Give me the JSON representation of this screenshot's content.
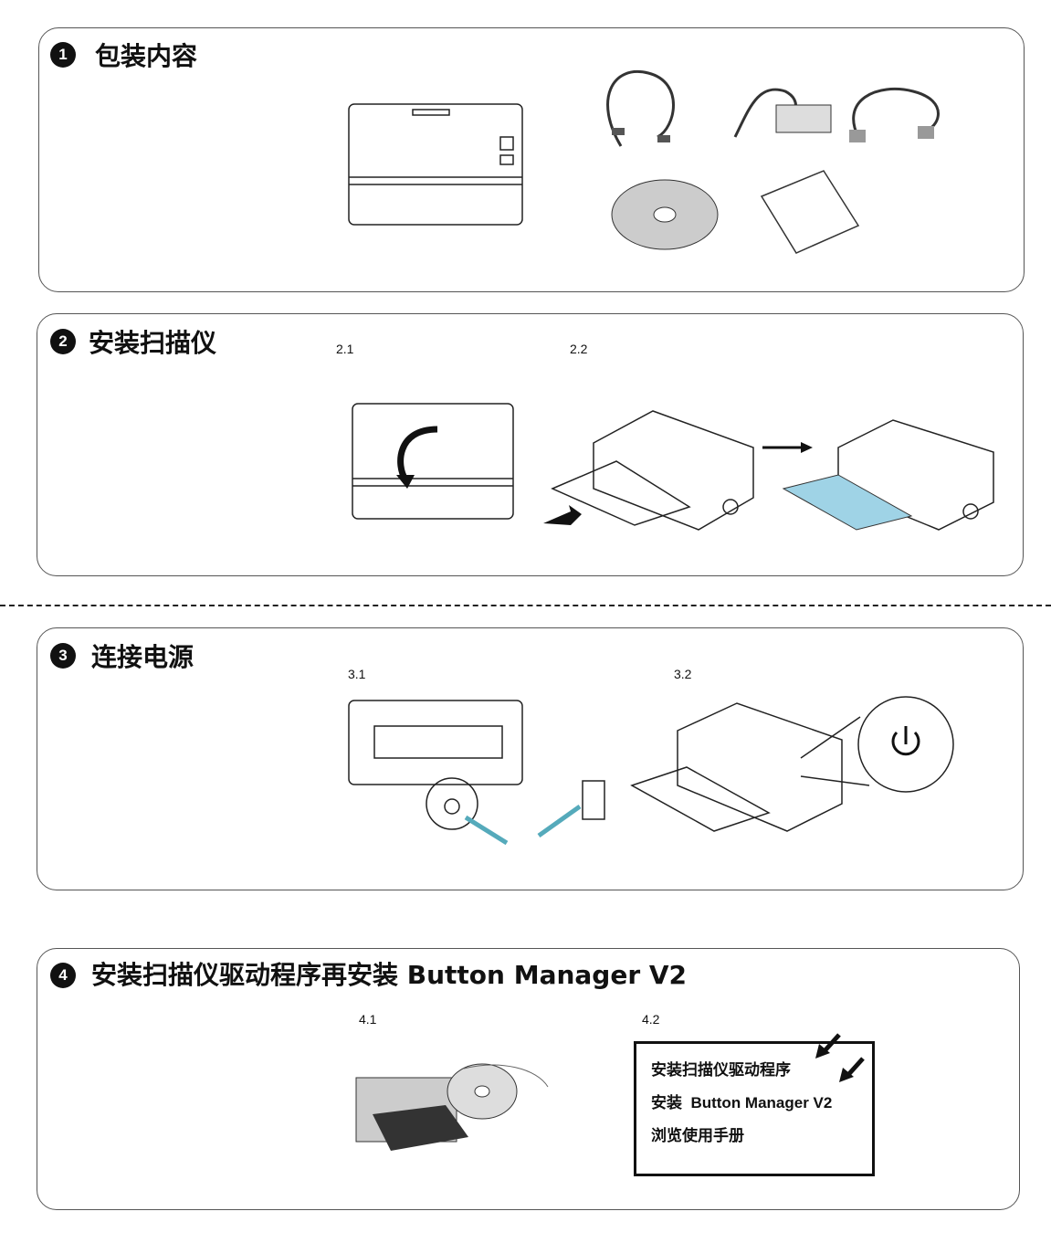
{
  "sections": [
    {
      "number": "1",
      "title": "包装内容"
    },
    {
      "number": "2",
      "title": "安装扫描仪",
      "steps": [
        "2.1",
        "2.2"
      ]
    },
    {
      "number": "3",
      "title": "连接电源",
      "steps": [
        "3.1",
        "3.2"
      ]
    },
    {
      "number": "4",
      "title": "安装扫描仪驱动程序再安装 Button Manager V2",
      "steps": [
        "4.1",
        "4.2"
      ]
    }
  ],
  "install_menu": [
    "安装扫描仪驱动程序",
    "安装  Button Manager V2",
    "浏览使用手册"
  ],
  "colors": {
    "accent_blue": "#9fd3e6"
  }
}
